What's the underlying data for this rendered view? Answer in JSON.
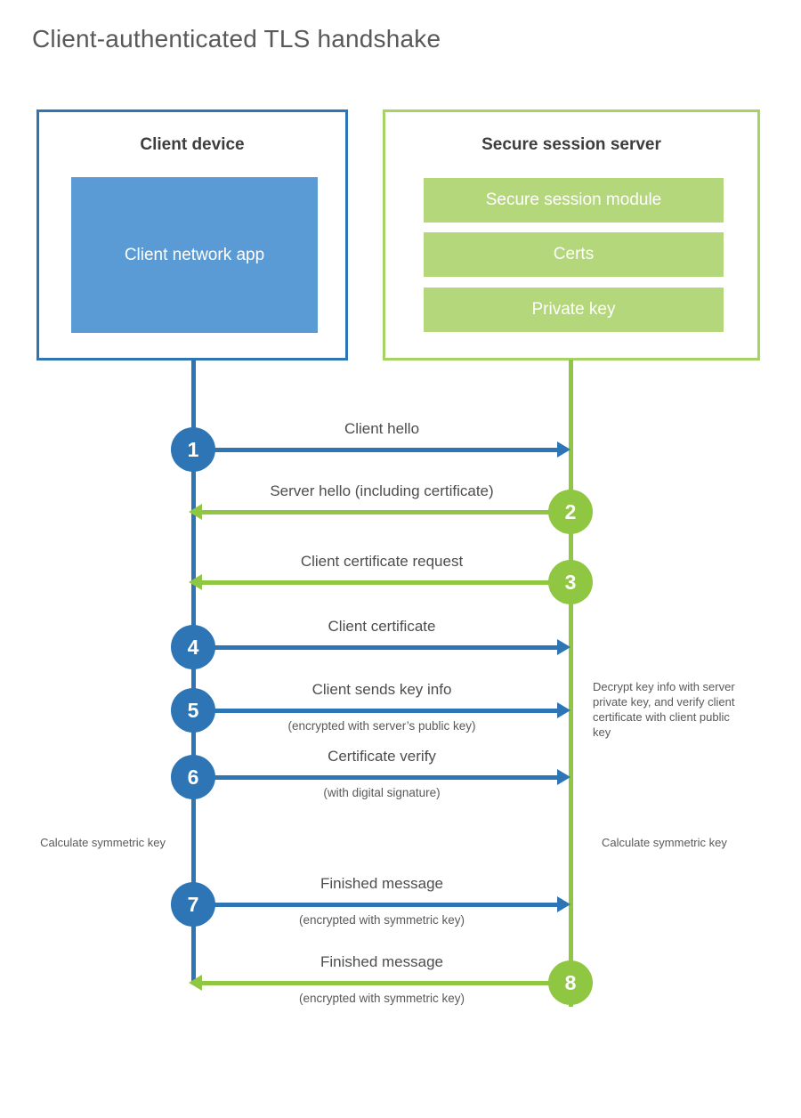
{
  "title": "Client-authenticated TLS handshake",
  "colors": {
    "client_accent": "#2e75b6",
    "client_fill": "#5b9bd5",
    "server_accent": "#8fc642",
    "server_border": "#a5d462",
    "server_fill": "#b4d77b",
    "label_text": "#4d4d4d",
    "note_text": "#595959"
  },
  "client": {
    "title": "Client device",
    "app_label": "Client network app"
  },
  "server": {
    "title": "Secure session server",
    "modules": [
      "Secure session module",
      "Certs",
      "Private key"
    ]
  },
  "steps": [
    {
      "num": "1",
      "direction": "client-to-server",
      "label": "Client hello",
      "sublabel": ""
    },
    {
      "num": "2",
      "direction": "server-to-client",
      "label": "Server hello (including certificate)",
      "sublabel": ""
    },
    {
      "num": "3",
      "direction": "server-to-client",
      "label": "Client certificate request",
      "sublabel": ""
    },
    {
      "num": "4",
      "direction": "client-to-server",
      "label": "Client certificate",
      "sublabel": ""
    },
    {
      "num": "5",
      "direction": "client-to-server",
      "label": "Client sends key info",
      "sublabel": "(encrypted with server’s public key)"
    },
    {
      "num": "6",
      "direction": "client-to-server",
      "label": "Certificate verify",
      "sublabel": "(with digital signature)"
    },
    {
      "num": "7",
      "direction": "client-to-server",
      "label": "Finished message",
      "sublabel": "(encrypted with symmetric key)"
    },
    {
      "num": "8",
      "direction": "server-to-client",
      "label": "Finished message",
      "sublabel": "(encrypted with symmetric key)"
    }
  ],
  "annotations": {
    "decrypt_note": "Decrypt key info with server private key, and verify client certificate with client public key",
    "calculate_left": "Calculate symmetric key",
    "calculate_right": "Calculate symmetric key"
  }
}
